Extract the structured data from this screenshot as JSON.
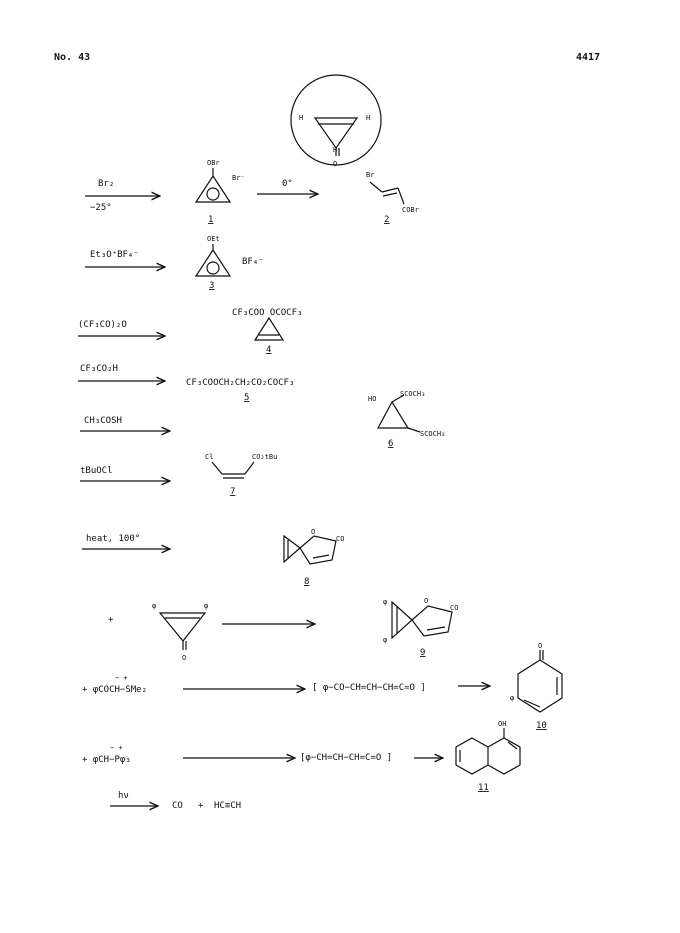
{
  "header": {
    "issue": "No. 43",
    "page": "4417"
  },
  "reagents": {
    "r1": "Br₂",
    "r1_temp": "−25°",
    "r1_step2": "0°",
    "r2": "Et₃O⁺BF₄⁻",
    "r3": "(CF₃CO)₂O",
    "r4": "CF₃CO₂H",
    "r5": "CH₃COSH",
    "r6": "tBuOCl",
    "r7": "heat, 100°",
    "r10": "− +\n+ φCOCH−SMe₂",
    "r11": "− +\n+ φCH−Pφ₃",
    "r12": "hν"
  },
  "products": {
    "p1": {
      "label": "1",
      "sub1": "OBr",
      "anion": "Br⁻"
    },
    "p2": {
      "label": "2",
      "top": "Br",
      "bottom": "COBr"
    },
    "p3": {
      "label": "3",
      "sub1": "OEt",
      "anion": "BF₄⁻"
    },
    "p4": {
      "label": "4",
      "text": "CF₃COO  OCOCF₃"
    },
    "p5": {
      "label": "5",
      "text": "CF₃COOCH₂CH₂CO₂COCF₃"
    },
    "p6": {
      "label": "6",
      "ho": "HO",
      "s1": "SCOCH₃",
      "s2": "SCOCH₃"
    },
    "p7": {
      "label": "7",
      "cl": "Cl",
      "ester": "CO₂tBu"
    },
    "p8": {
      "label": "8",
      "o": "O",
      "co": "CO"
    },
    "p9": {
      "label": "9",
      "phi1": "φ",
      "phi2": "φ",
      "o": "O",
      "co": "CO"
    },
    "p10": {
      "label": "10",
      "o": "O",
      "phi": "φ"
    },
    "p11": {
      "label": "11",
      "oh": "OH"
    },
    "circle": {
      "h1": "H",
      "h2": "H",
      "h": "H",
      "o": "O"
    },
    "cyclopropenone": {
      "phi1": "φ",
      "phi2": "φ",
      "o": "O"
    }
  },
  "intermediates": {
    "i10": "[ φ−CO−CH=CH−CH=C=O ]",
    "i11": "[φ−CH=CH−CH=C=O ]"
  },
  "final": {
    "co": "CO",
    "plus": "+",
    "acetylene": "HC≡CH"
  }
}
